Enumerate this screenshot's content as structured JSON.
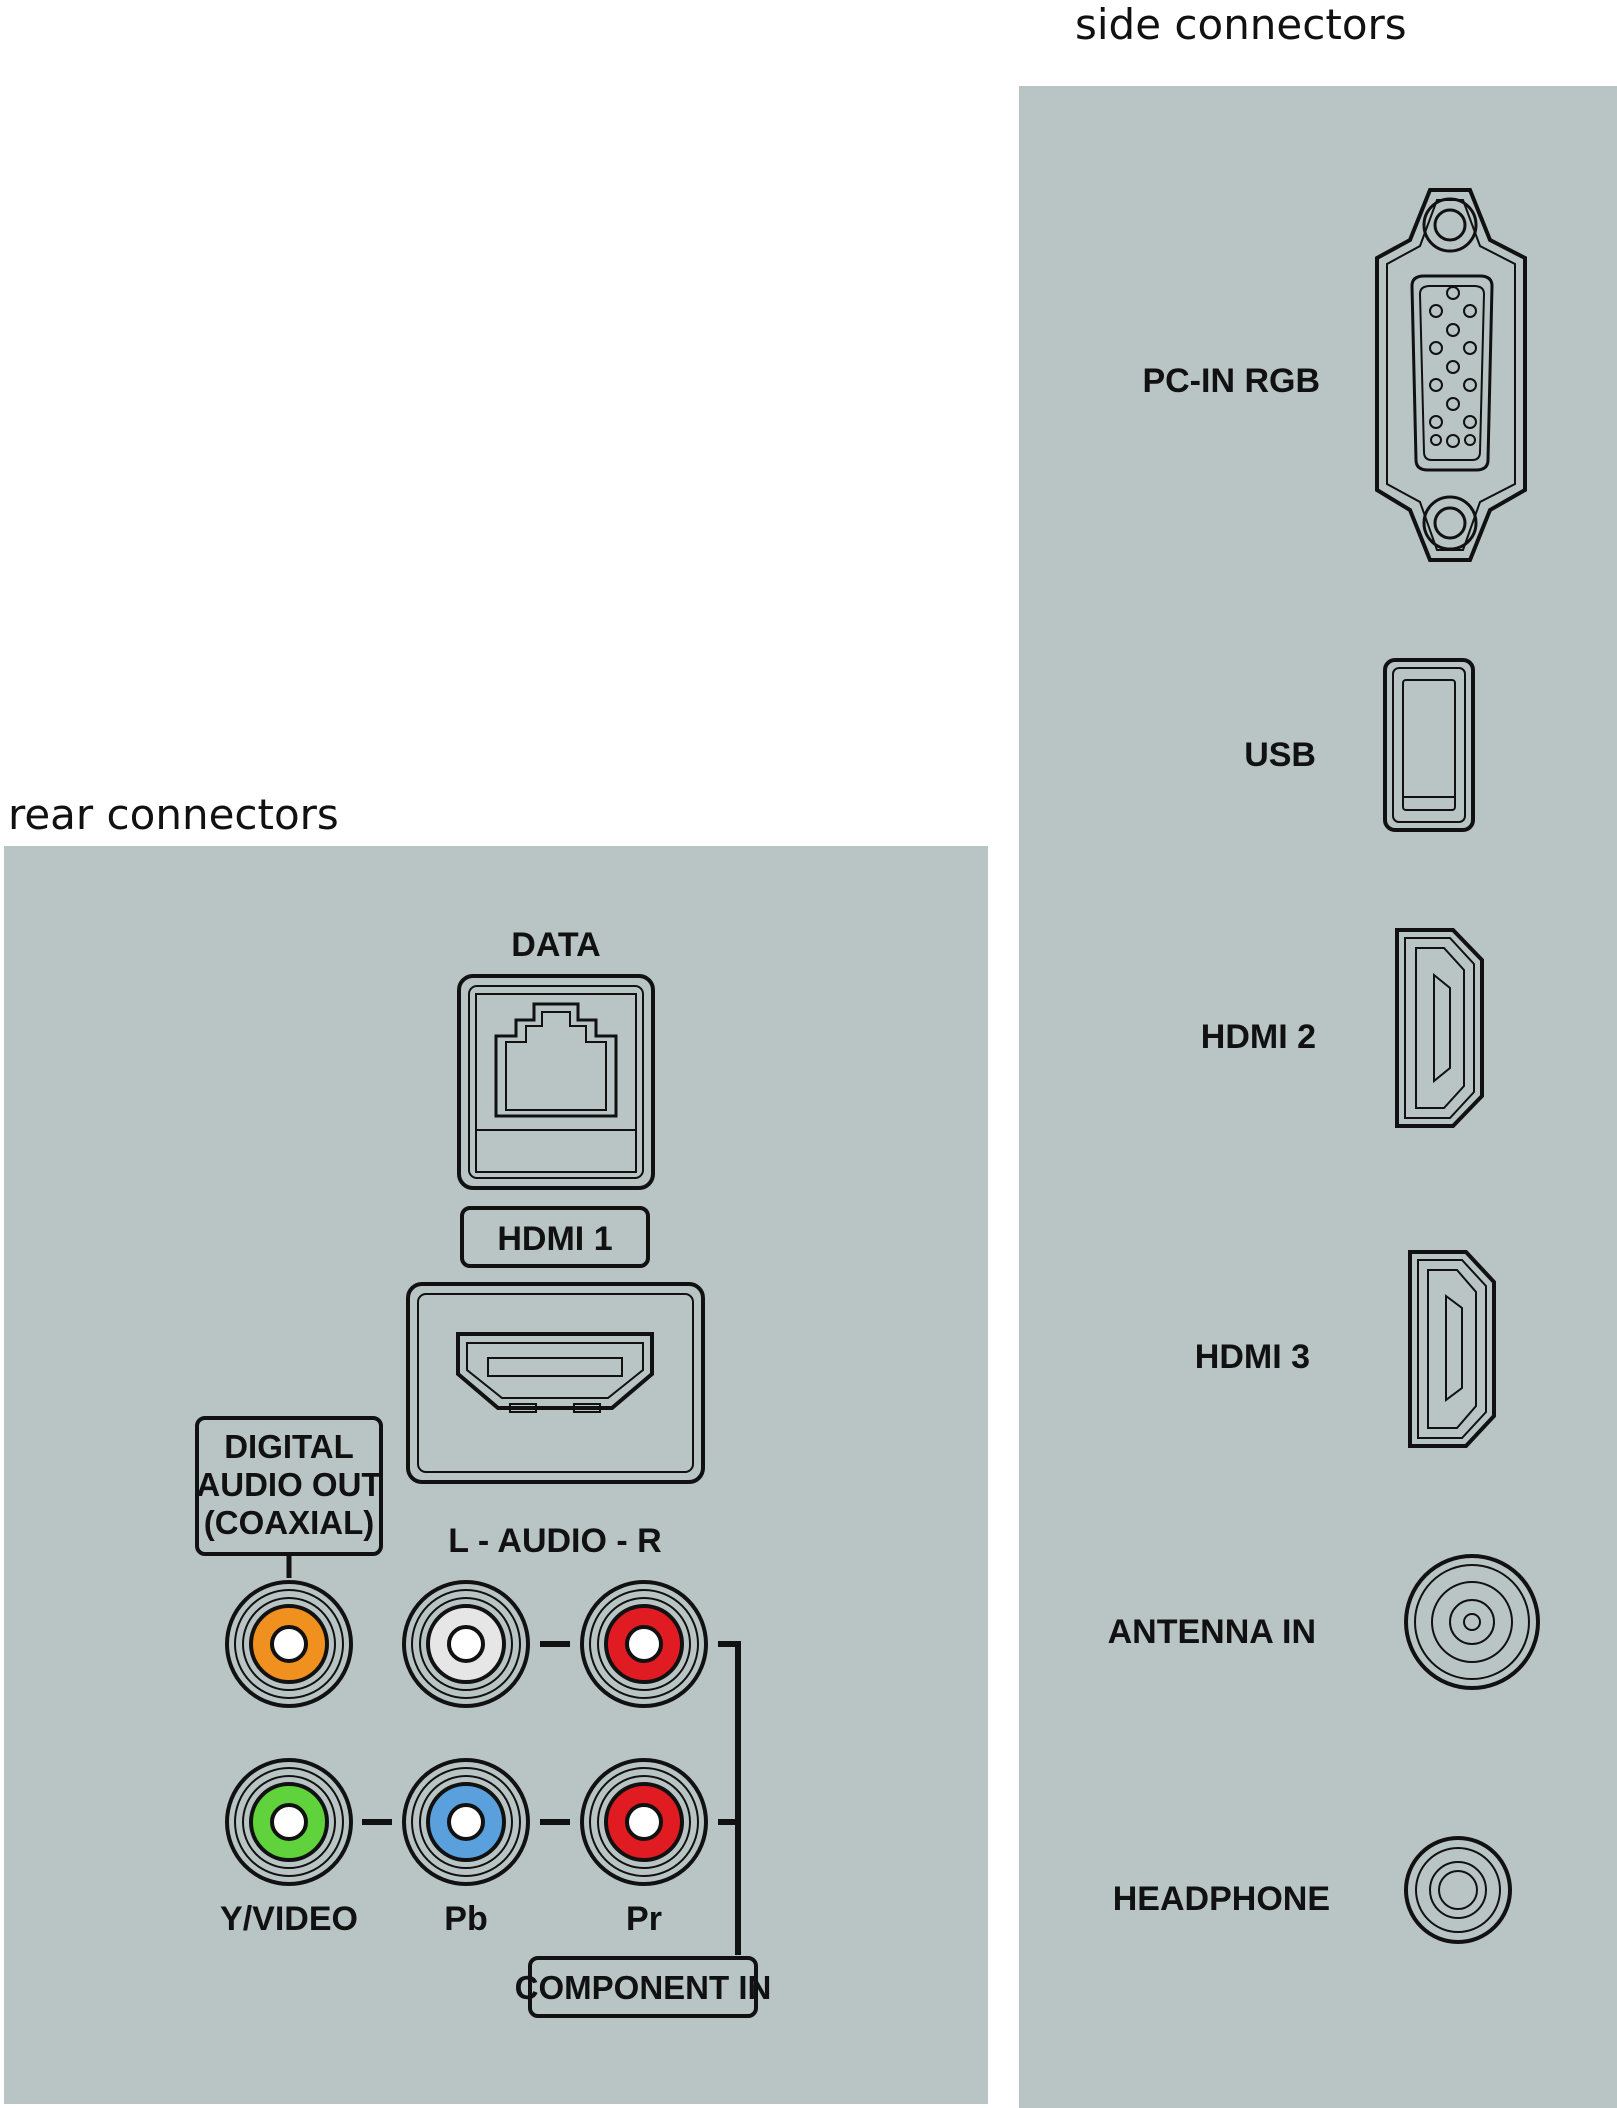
{
  "side_heading": "side connectors",
  "rear_heading": "rear connectors",
  "side": {
    "pc_in_rgb": "PC-IN RGB",
    "usb": "USB",
    "hdmi2": "HDMI 2",
    "hdmi3": "HDMI 3",
    "antenna_in": "ANTENNA IN",
    "headphone": "HEADPHONE"
  },
  "rear": {
    "data": "DATA",
    "hdmi1": "HDMI 1",
    "digital_audio_line1": "DIGITAL",
    "digital_audio_line2": "AUDIO OUT",
    "digital_audio_line3": "(COAXIAL)",
    "audio_lr": "L - AUDIO - R",
    "y_video": "Y/VIDEO",
    "pb": "Pb",
    "pr": "Pr",
    "component_in": "COMPONENT IN"
  },
  "colors": {
    "panel": "#b9c5c4",
    "orange": "#f0901e",
    "white": "#e6e6e6",
    "red": "#e01b22",
    "green": "#5fd23c",
    "blue": "#5aa0dc"
  },
  "icons": [
    "vga-port-icon",
    "usb-port-icon",
    "hdmi-port-icon",
    "coax-port-icon",
    "headphone-jack-icon",
    "rj45-port-icon",
    "rca-jack-icon"
  ]
}
